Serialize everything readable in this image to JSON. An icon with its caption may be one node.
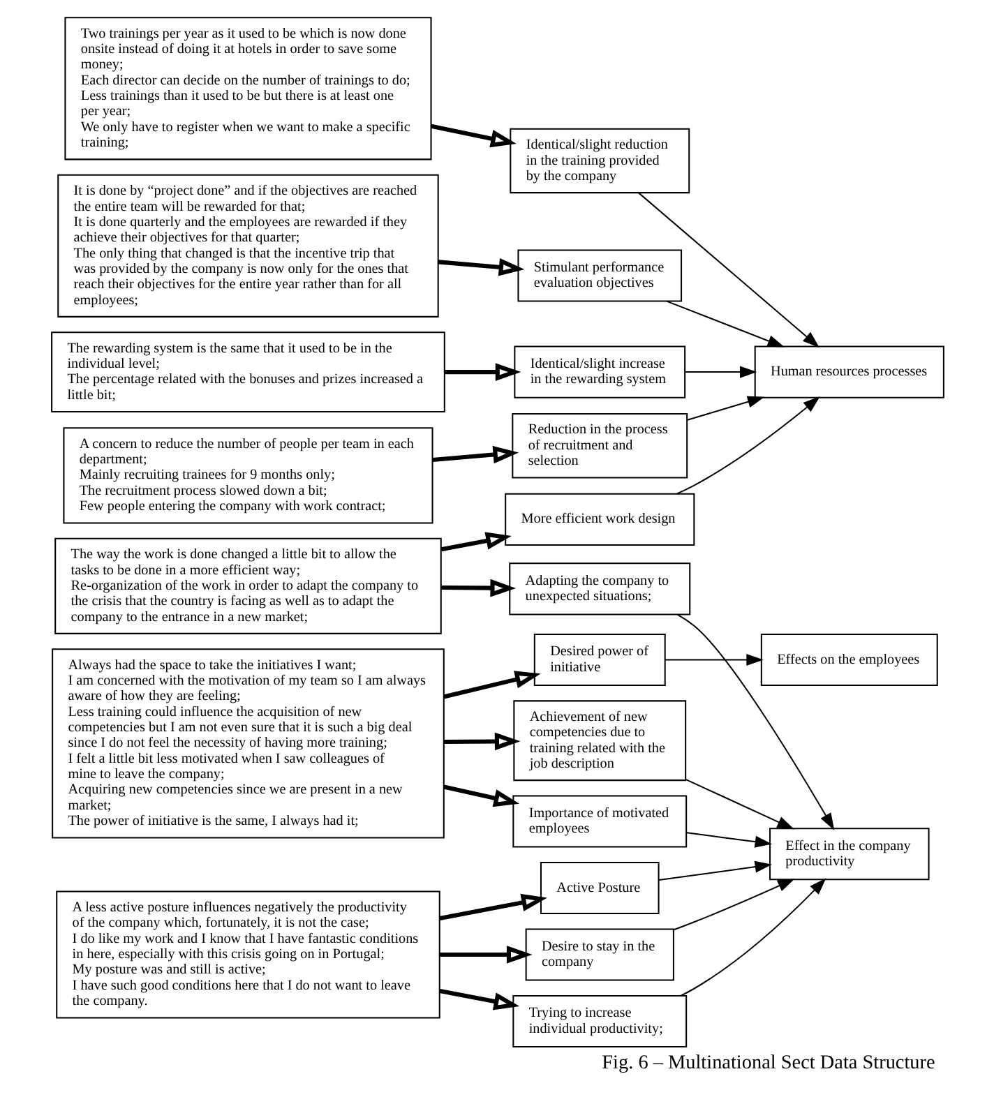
{
  "diagram": {
    "caption": "Fig. 6 – Multinational Sect Data Structure",
    "nodes": [
      {
        "text": [
          "A concern to reduce the number of people per team in each department;",
          "Mainly recruiting trainees for 9 months only;",
          "The recruitment process slowed down a bit;",
          "Few people entering the company with work contract;"
        ]
      },
      {
        "text": [
          "Two trainings per year as it used to be which is now done onsite instead of doing it at hotels in order to save some money;",
          "Each director can decide on the number of trainings to do;",
          "Less trainings than it used to be but there is at least one per year;",
          "We only have to register when we want to make a specific training;"
        ]
      },
      {
        "text": [
          "It is done by “project done” and if the objectives are reached the entire team will be rewarded for that;",
          "It is done quarterly and the employees are rewarded if they achieve their objectives for that quarter;",
          "The only thing that changed is that the incentive trip that was provided by the company is now only for the ones that reach their objectives for the entire year rather than for all employees;"
        ]
      },
      {
        "text": [
          "The rewarding system is the same that it used to be in the individual level;",
          "The percentage related with the bonuses and prizes increased a little bit;"
        ]
      },
      {
        "text": [
          "The way the work is done changed a little bit to allow the tasks to be done in a more efficient way;",
          "Re-organization of the work in order to adapt the company to the crisis that the country is facing as well as to adapt the company to the entrance in a new market;"
        ]
      },
      {
        "text": [
          "Always had the space to take the initiatives I want;",
          "I am concerned with the motivation of my team so I am always aware of how they are feeling;",
          "Less training could influence the acquisition of new competencies but I am not even sure that it is such a big deal since I do not feel the necessity of having more training;",
          "I felt a little bit less motivated when I saw colleagues of mine to leave the company;",
          "Acquiring new competencies since we are present in a new market;",
          "The power of initiative is the same, I always had it;"
        ]
      },
      {
        "text": [
          "A less active posture influences negatively the productivity of the company which, fortunately, it is not the case;",
          "I do like my work and I know that I have fantastic conditions in here, especially with this crisis going on in Portugal;",
          "My posture was and still is active;",
          "I have such good conditions here that I do not want to leave the company."
        ]
      },
      {
        "text": [
          "Reduction in the process of recruitment and selection"
        ]
      },
      {
        "text": [
          "Identical/slight reduction in the training provided by the company"
        ]
      },
      {
        "text": [
          "Stimulant performance evaluation objectives"
        ]
      },
      {
        "text": [
          "Identical/slight increase in the rewarding system"
        ]
      },
      {
        "text": [
          "More efficient work design"
        ]
      },
      {
        "text": [
          "Adapting the company to unexpected situations;"
        ]
      },
      {
        "text": [
          "Achievement of new competencies due to training related with the job description"
        ]
      },
      {
        "text": [
          "Desired power of initiative"
        ]
      },
      {
        "text": [
          "Importance of motivated employees"
        ]
      },
      {
        "text": [
          "Trying to increase individual productivity;"
        ]
      },
      {
        "text": [
          "Active Posture"
        ]
      },
      {
        "text": [
          "Desire to stay in the company"
        ]
      },
      {
        "text": [
          "Human resources processes"
        ]
      },
      {
        "text": [
          "Effects on the employees"
        ]
      },
      {
        "text": [
          "Effect in the company productivity"
        ]
      }
    ],
    "edges": [
      {
        "from": 0,
        "to": 7,
        "arrow": "to",
        "style": "thick"
      },
      {
        "from": 1,
        "to": 8,
        "arrow": "to",
        "style": "thick"
      },
      {
        "from": 2,
        "to": 9,
        "arrow": "to",
        "style": "thick"
      },
      {
        "from": 3,
        "to": 10,
        "arrow": "to",
        "style": "thick"
      },
      {
        "from": 4,
        "to": 11,
        "arrow": "to",
        "style": "thick"
      },
      {
        "from": 4,
        "to": 12,
        "arrow": "to",
        "style": "thick"
      },
      {
        "from": 5,
        "to": 13,
        "arrow": "to",
        "style": "thick"
      },
      {
        "from": 5,
        "to": 14,
        "arrow": "to",
        "style": "thick"
      },
      {
        "from": 5,
        "to": 15,
        "arrow": "to",
        "style": "thick"
      },
      {
        "from": 6,
        "to": 16,
        "arrow": "to",
        "style": "thick"
      },
      {
        "from": 6,
        "to": 17,
        "arrow": "to",
        "style": "thick"
      },
      {
        "from": 6,
        "to": 18,
        "arrow": "to",
        "style": "thick"
      },
      {
        "from": 7,
        "to": 19,
        "arrow": "to"
      },
      {
        "from": 8,
        "to": 19,
        "arrow": "to"
      },
      {
        "from": 9,
        "to": 19,
        "arrow": "to"
      },
      {
        "from": 10,
        "to": 19,
        "arrow": "to"
      },
      {
        "from": 11,
        "to": 19,
        "arrow": "to"
      },
      {
        "from": 12,
        "to": 21,
        "arrow": "to"
      },
      {
        "from": 13,
        "to": 21,
        "arrow": "to"
      },
      {
        "from": 14,
        "to": 20,
        "arrow": "to"
      },
      {
        "from": 15,
        "to": 21,
        "arrow": "to"
      },
      {
        "from": 16,
        "to": 21,
        "arrow": "to"
      },
      {
        "from": 17,
        "to": 21,
        "arrow": "to"
      },
      {
        "from": 18,
        "to": 21,
        "arrow": "to"
      }
    ]
  }
}
